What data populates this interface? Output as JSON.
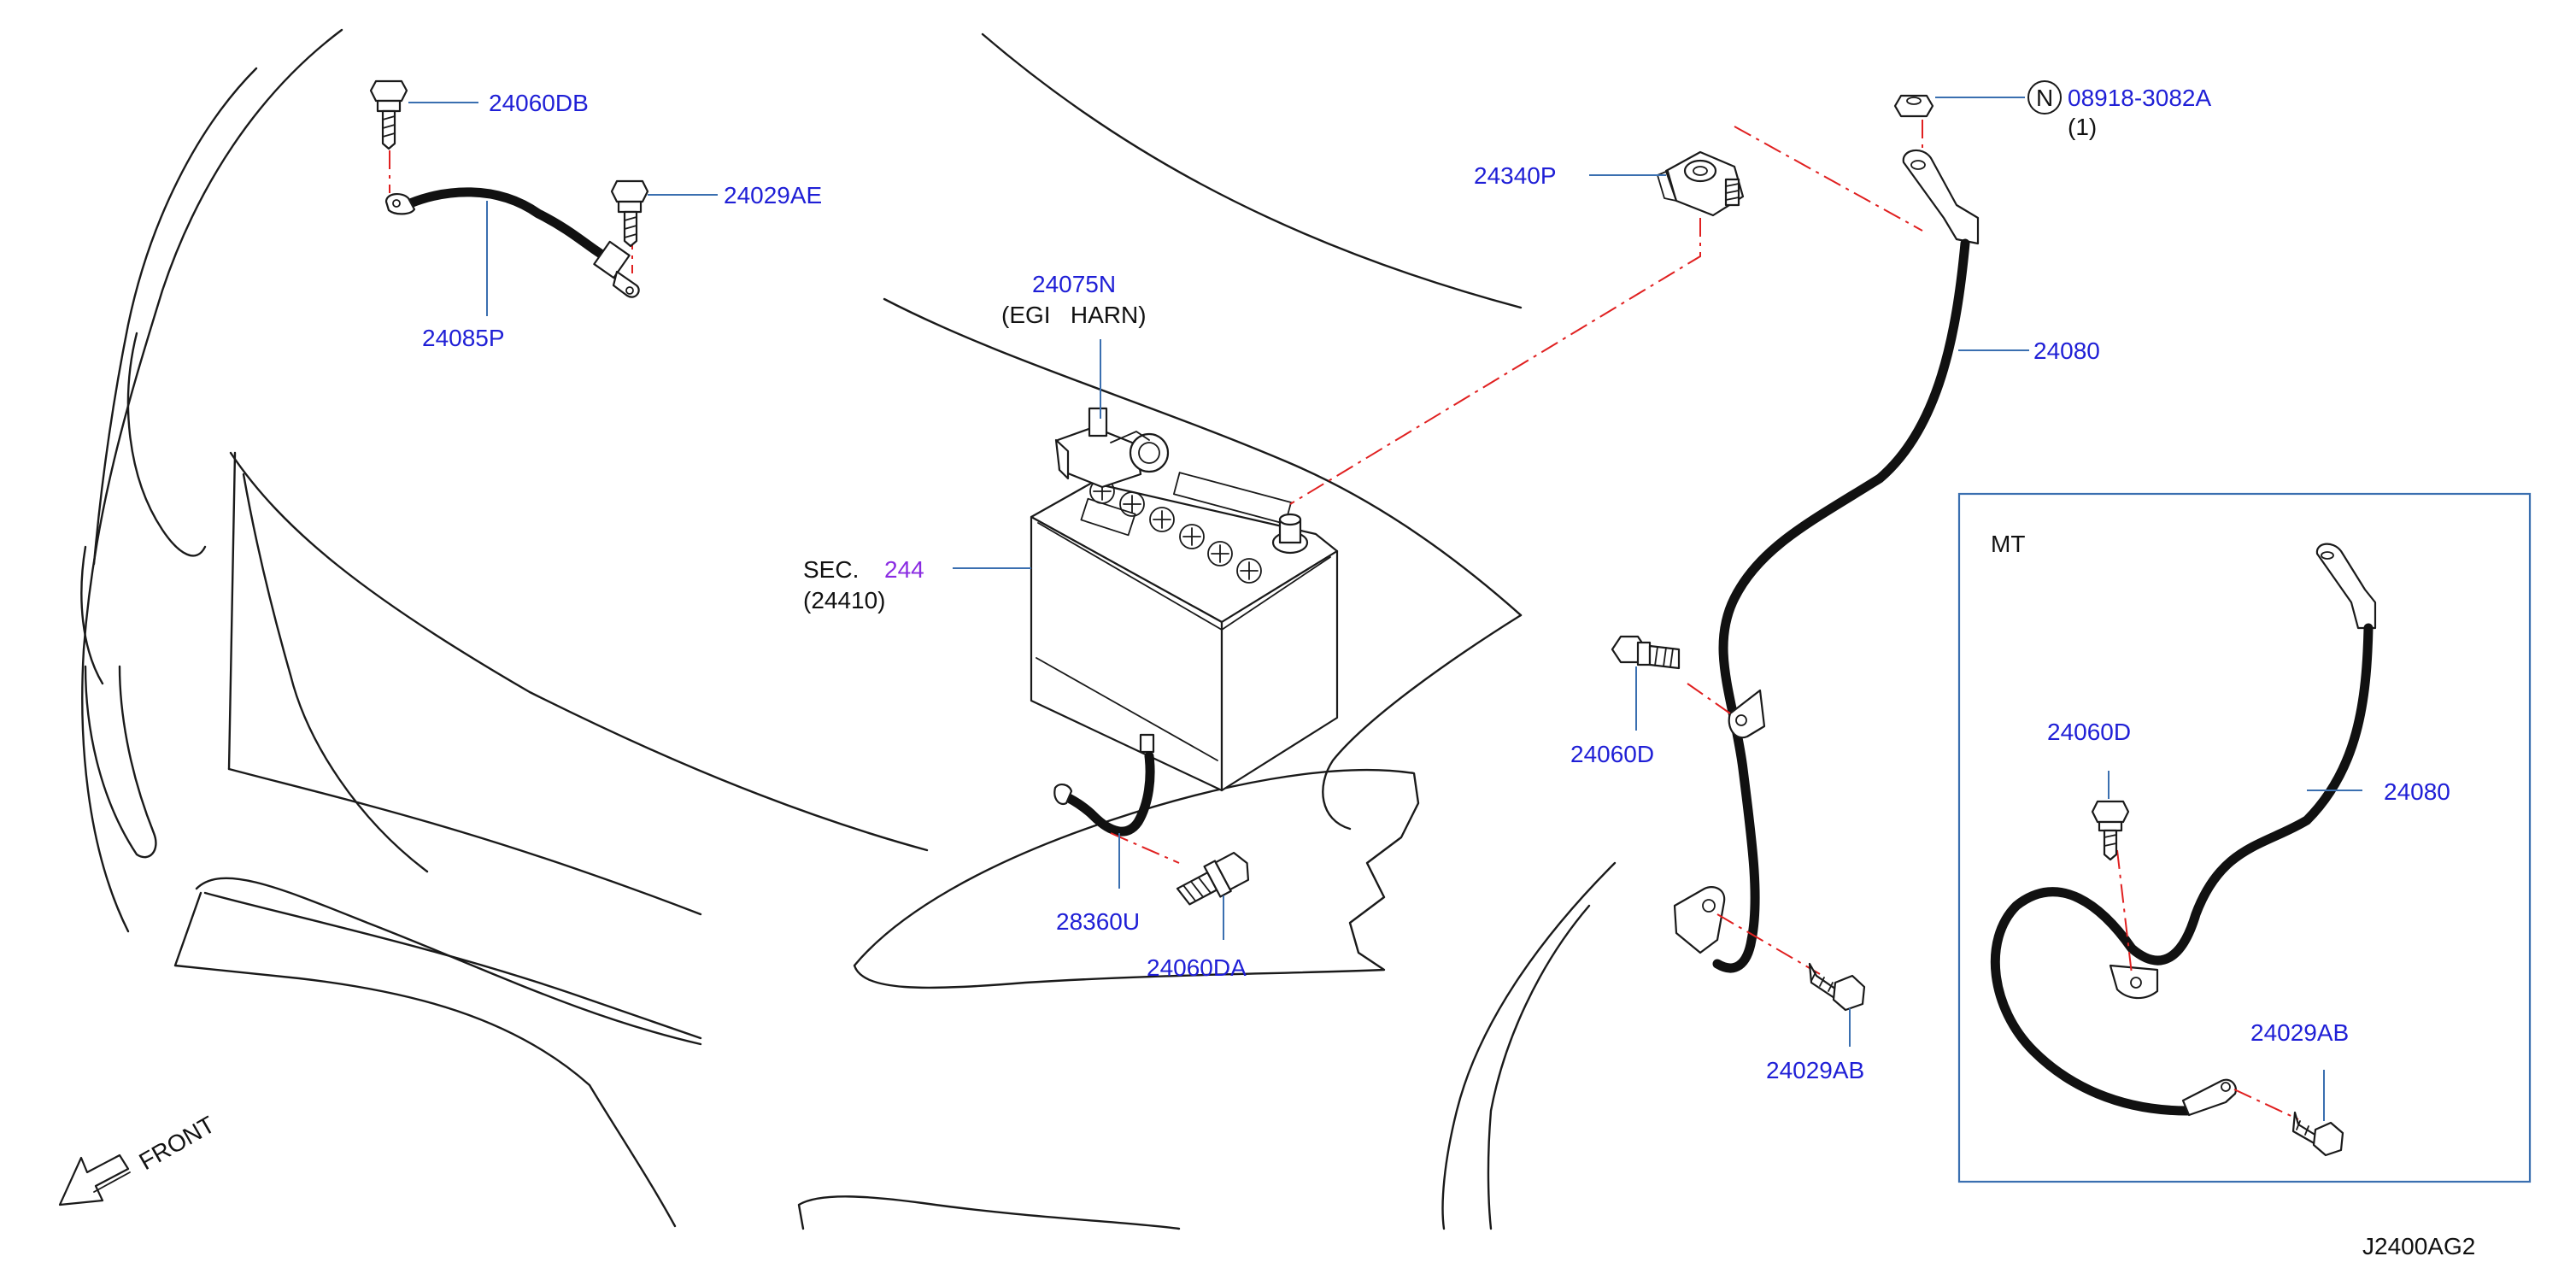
{
  "colors": {
    "part_number": "#1f1fd6",
    "leader_line": "#3a6fb0",
    "section_ref": "#8a2be2",
    "phantom_line": "#e02020",
    "plain_text": "#111111"
  },
  "labels": {
    "p24060DB": "24060DB",
    "p24029AE": "24029AE",
    "p24085P": "24085P",
    "p24075N": "24075N",
    "egi_harn": "(EGI   HARN)",
    "sec_prefix": "SEC.",
    "sec_number": "244",
    "p24410": "(24410)",
    "p28360U": "28360U",
    "p24060DA": "24060DA",
    "p24340P": "24340P",
    "nut_symbol": "N",
    "p08918": "08918-3082A",
    "qty_1": "(1)",
    "p24080": "24080",
    "p24060D": "24060D",
    "p24029AB": "24029AB",
    "mt_title": "MT",
    "mt_24060D": "24060D",
    "mt_24080": "24080",
    "mt_24029AB": "24029AB",
    "front": "FRONT",
    "drawing_code": "J2400AG2"
  }
}
